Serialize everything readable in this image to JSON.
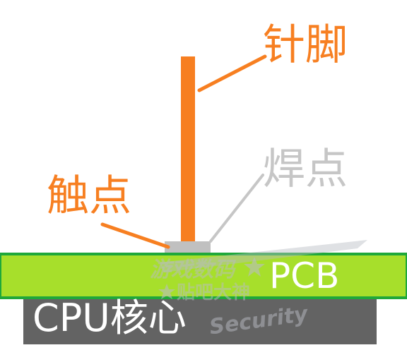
{
  "labels": {
    "pin": "针脚",
    "solder": "焊点",
    "contact": "触点",
    "pcb": "PCB",
    "cpu_core": "CPU核心"
  },
  "watermark": {
    "line1": "游戏数码",
    "line2": "贴吧大神",
    "line3": "Security"
  },
  "colors": {
    "pin": "#f77f21",
    "solder": "#c0c0c0",
    "pcb_fill": "#a7df2b",
    "pcb_border": "#1fa83a",
    "cpu_core": "#636363",
    "text_on_dark": "#ffffff",
    "leader_gray": "#c6c6c6",
    "watermark": "#b9bcc4"
  }
}
